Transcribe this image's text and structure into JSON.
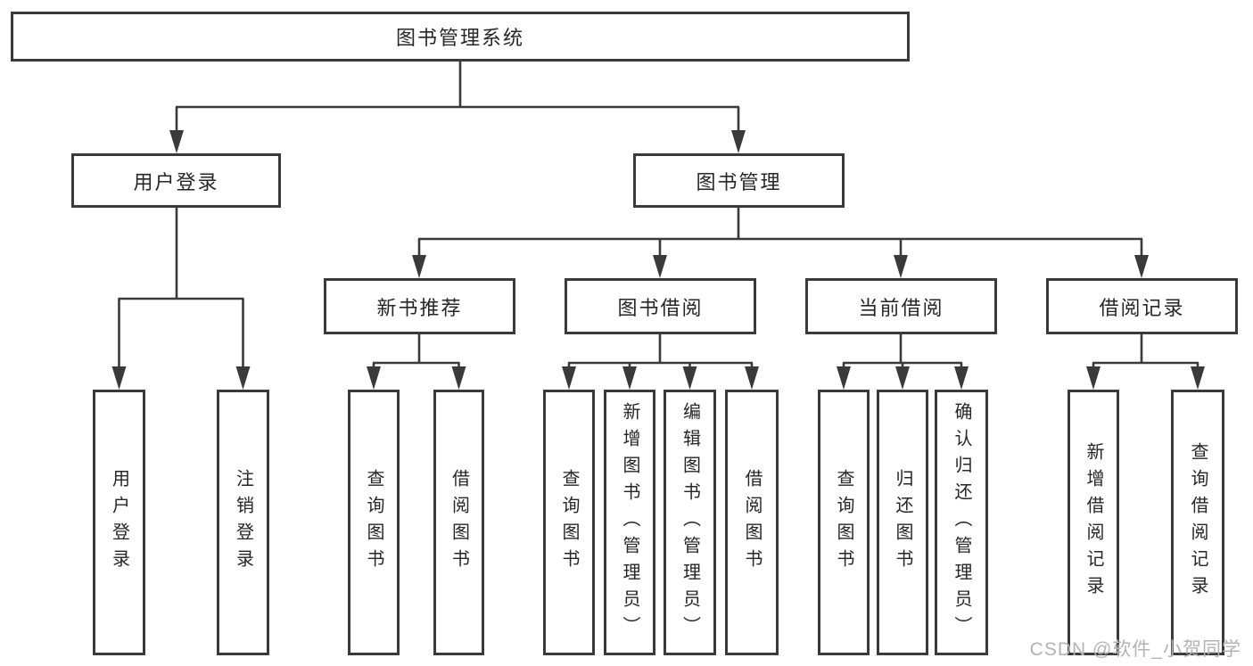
{
  "diagram": {
    "type": "hierarchy",
    "colors": {
      "line": "#3a3a3a",
      "box_border": "#3a3a3a",
      "box_background": "#ffffff",
      "text": "#262626",
      "watermark_text": "#b3b3b3"
    },
    "root": {
      "label": "图书管理系统"
    },
    "level2": [
      {
        "label": "用户登录",
        "parent": "图书管理系统"
      },
      {
        "label": "图书管理",
        "parent": "图书管理系统"
      }
    ],
    "level3": [
      {
        "label": "新书推荐",
        "parent": "图书管理"
      },
      {
        "label": "图书借阅",
        "parent": "图书管理"
      },
      {
        "label": "当前借阅",
        "parent": "图书管理"
      },
      {
        "label": "借阅记录",
        "parent": "图书管理"
      }
    ],
    "leaves": [
      {
        "label": "用户登录",
        "parent": "用户登录"
      },
      {
        "label": "注销登录",
        "parent": "用户登录"
      },
      {
        "label": "查询图书",
        "parent": "新书推荐"
      },
      {
        "label": "借阅图书",
        "parent": "新书推荐"
      },
      {
        "label": "查询图书",
        "parent": "图书借阅"
      },
      {
        "label": "新增图书（管理员）",
        "parent": "图书借阅"
      },
      {
        "label": "编辑图书（管理员）",
        "parent": "图书借阅"
      },
      {
        "label": "借阅图书",
        "parent": "图书借阅"
      },
      {
        "label": "查询图书",
        "parent": "当前借阅"
      },
      {
        "label": "归还图书",
        "parent": "当前借阅"
      },
      {
        "label": "确认归还（管理员）",
        "parent": "当前借阅"
      },
      {
        "label": "新增借阅记录",
        "parent": "借阅记录"
      },
      {
        "label": "查询借阅记录",
        "parent": "借阅记录"
      }
    ],
    "watermark": "CSDN @软件_小贺同学"
  }
}
